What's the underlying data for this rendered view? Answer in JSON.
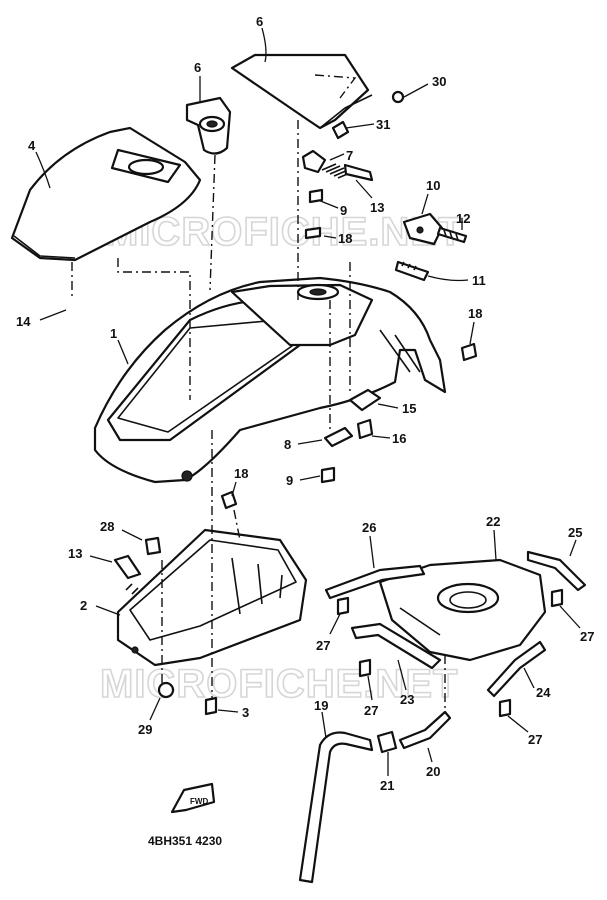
{
  "watermark_text": "MICROFICHE.NET",
  "drawing_code": "4BH351 4230",
  "direction_badge": "FWD",
  "callouts": [
    {
      "id": "c1",
      "text": "1"
    },
    {
      "id": "c2",
      "text": "2"
    },
    {
      "id": "c3",
      "text": "3"
    },
    {
      "id": "c4",
      "text": "4"
    },
    {
      "id": "c6a",
      "text": "6"
    },
    {
      "id": "c6b",
      "text": "6"
    },
    {
      "id": "c7",
      "text": "7"
    },
    {
      "id": "c8",
      "text": "8"
    },
    {
      "id": "c9a",
      "text": "9"
    },
    {
      "id": "c9b",
      "text": "9"
    },
    {
      "id": "c10",
      "text": "10"
    },
    {
      "id": "c11",
      "text": "11"
    },
    {
      "id": "c12",
      "text": "12"
    },
    {
      "id": "c13",
      "text": "13"
    },
    {
      "id": "c14",
      "text": "14"
    },
    {
      "id": "c15",
      "text": "15"
    },
    {
      "id": "c16",
      "text": "16"
    },
    {
      "id": "c17",
      "text": "17"
    },
    {
      "id": "c18a",
      "text": "18"
    },
    {
      "id": "c18b",
      "text": "18"
    },
    {
      "id": "c18c",
      "text": "18"
    },
    {
      "id": "c19",
      "text": "19"
    },
    {
      "id": "c20",
      "text": "20"
    },
    {
      "id": "c21",
      "text": "21"
    },
    {
      "id": "c22",
      "text": "22"
    },
    {
      "id": "c23",
      "text": "23"
    },
    {
      "id": "c24",
      "text": "24"
    },
    {
      "id": "c25",
      "text": "25"
    },
    {
      "id": "c26",
      "text": "26"
    },
    {
      "id": "c27a",
      "text": "27"
    },
    {
      "id": "c27b",
      "text": "27"
    },
    {
      "id": "c27c",
      "text": "27"
    },
    {
      "id": "c27d",
      "text": "27"
    },
    {
      "id": "c28",
      "text": "28"
    },
    {
      "id": "c29",
      "text": "29"
    },
    {
      "id": "c30",
      "text": "30"
    },
    {
      "id": "c31",
      "text": "31"
    }
  ]
}
